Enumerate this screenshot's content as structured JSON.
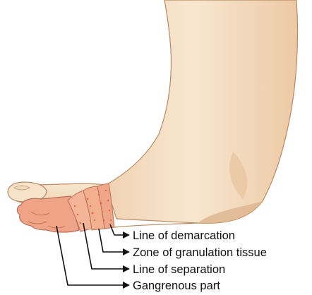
{
  "diagram": {
    "colors": {
      "skin_fill": "#f6e3c9",
      "skin_shade": "#e6c29c",
      "skin_outline": "#b98a63",
      "gangrene_fill": "#efa488",
      "gangrene_shade": "#d98065",
      "granulation_fill": "#f2b08f",
      "granulation_speckle": "#e56a4f",
      "leader_line": "#111111"
    },
    "labels": [
      {
        "id": "line-of-demarcation",
        "text": "Line of demarcation"
      },
      {
        "id": "zone-of-granulation-tissue",
        "text": "Zone of granulation tissue"
      },
      {
        "id": "line-of-separation",
        "text": "Line of separation"
      },
      {
        "id": "gangrenous-part",
        "text": "Gangrenous part"
      }
    ]
  }
}
